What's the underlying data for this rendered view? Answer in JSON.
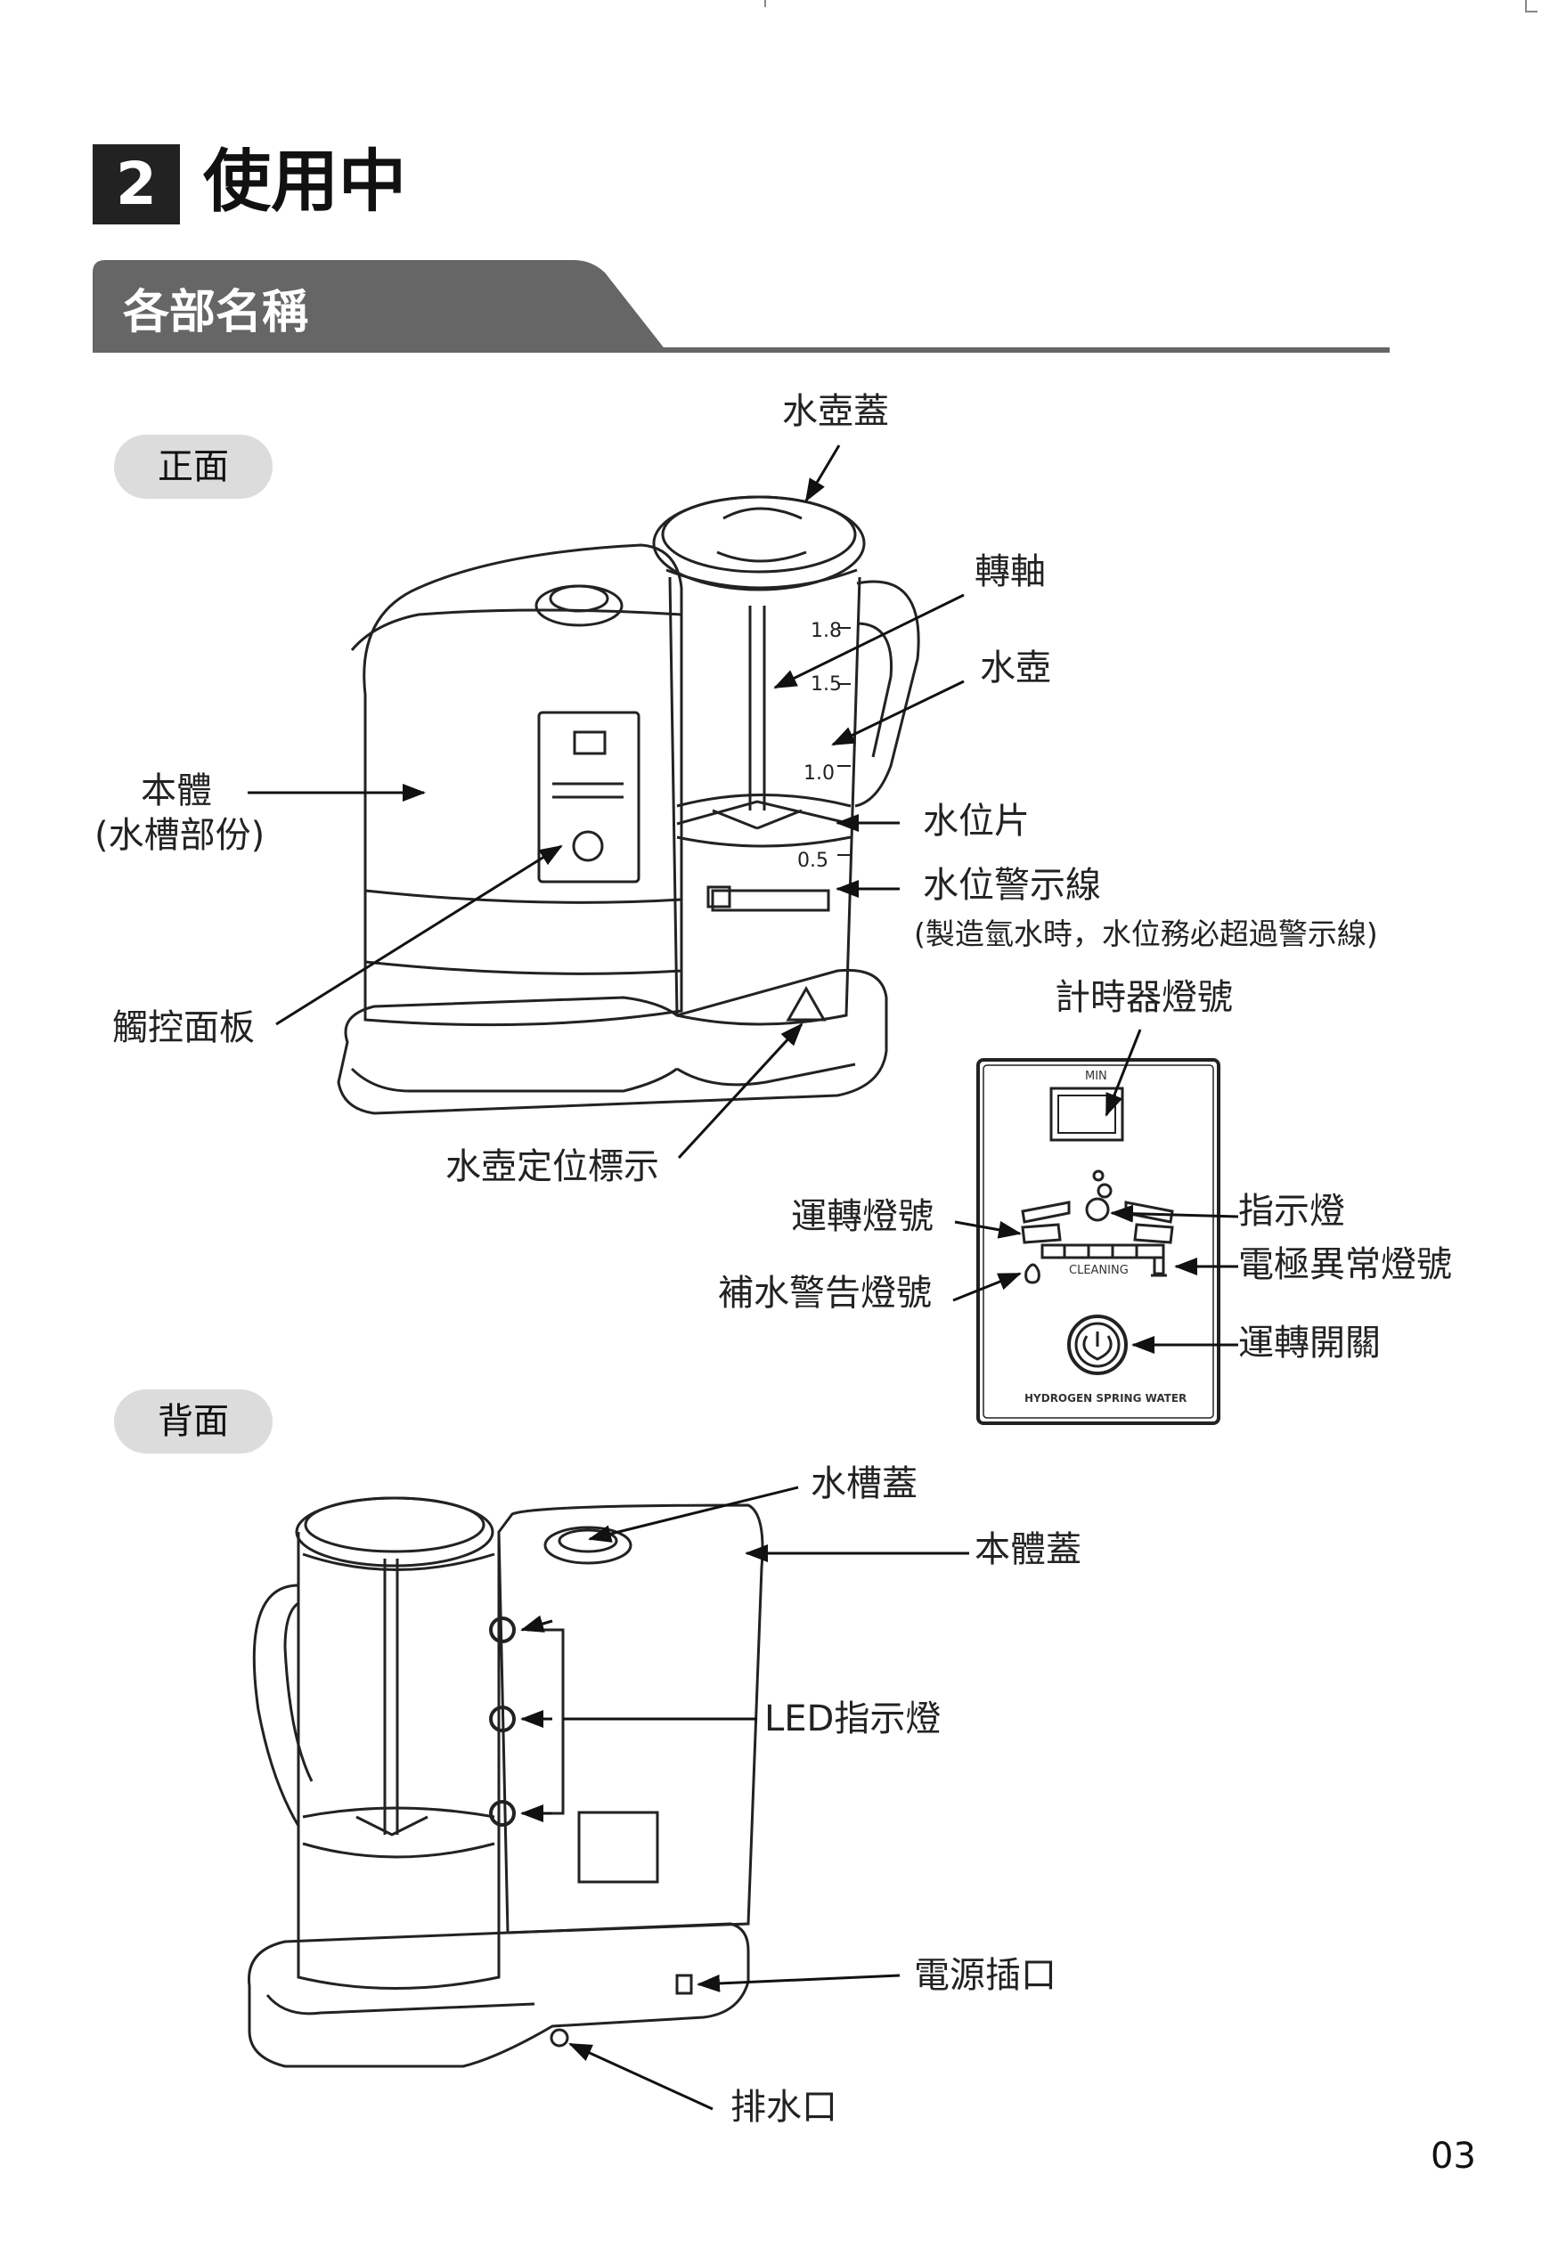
{
  "section": {
    "number": "2",
    "title": "使用中"
  },
  "band": {
    "title": "各部名稱"
  },
  "pills": {
    "front": "正面",
    "back": "背面"
  },
  "front_labels": {
    "pitcher_lid": "水壺蓋",
    "shaft": "轉軸",
    "pitcher": "水壺",
    "body": "本體",
    "body_sub": "(水槽部份)",
    "water_level_piece": "水位片",
    "water_level_line": "水位警示線",
    "water_level_note": "(製造氫水時，水位務必超過警示線)",
    "touch_panel": "觸控面板",
    "pitcher_marker": "水壺定位標示"
  },
  "scale_marks": [
    "1.8",
    "1.5",
    "1.0",
    "0.5"
  ],
  "panel": {
    "timer_label": "計時器燈號",
    "min": "MIN",
    "cleaning": "CLEANING",
    "brand": "HYDROGEN SPRING WATER",
    "running_light": "運轉燈號",
    "refill_warning": "補水警告燈號",
    "indicator": "指示燈",
    "electrode_error": "電極異常燈號",
    "power_switch": "運轉開關"
  },
  "back_labels": {
    "tank_lid": "水槽蓋",
    "body_cover": "本體蓋",
    "led": "LED指示燈",
    "power_socket": "電源插口",
    "drain": "排水口"
  },
  "page_number": "03"
}
